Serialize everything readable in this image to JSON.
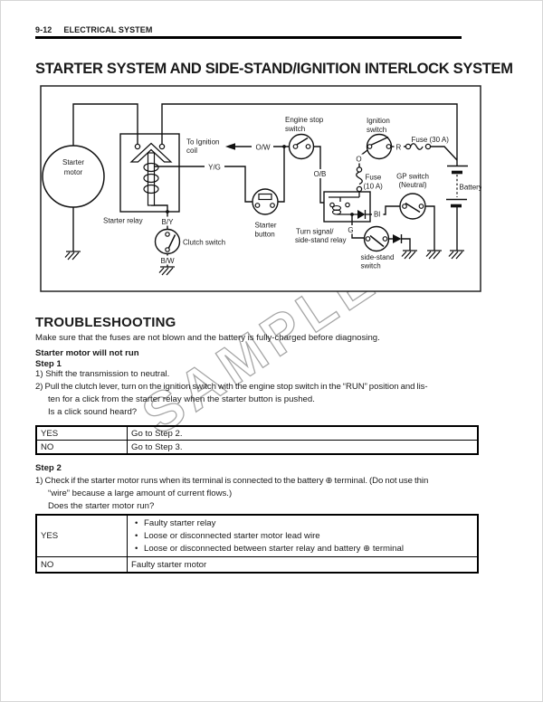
{
  "header": {
    "page_number": "9-12",
    "section": "ELECTRICAL SYSTEM"
  },
  "title": "STARTER SYSTEM AND SIDE-STAND/IGNITION INTERLOCK SYSTEM",
  "watermark": "SAMPLE",
  "colors": {
    "ink": "#1a1a1a",
    "diagram_border": "#222222",
    "watermark": "#a6a6a6",
    "rule": "#000000"
  },
  "diagram": {
    "labels": {
      "starter_motor": [
        "Starter",
        "motor"
      ],
      "starter_relay": "Starter relay",
      "to_ignition_coil": [
        "To Ignition",
        "coil"
      ],
      "ow": "O/W",
      "yg": "Y/G",
      "engine_stop_switch": [
        "Engine stop",
        "switch"
      ],
      "ob": "O/B",
      "ignition_switch": [
        "Ignition",
        "switch"
      ],
      "o": "O",
      "r": "R",
      "fuse30": "Fuse (30 A)",
      "fuse10": [
        "Fuse",
        "(10 A)"
      ],
      "gp_switch": [
        "GP switch",
        "(Neutral)"
      ],
      "battery": "Battery",
      "starter_button": [
        "Starter",
        "button"
      ],
      "turn_signal_relay": [
        "Turn signal/",
        "side-stand relay"
      ],
      "bl": "Bl",
      "g": "G",
      "side_stand_switch": [
        "side-stand",
        "switch"
      ],
      "by": "B/Y",
      "bw": "B/W",
      "clutch_switch": "Clutch switch"
    }
  },
  "troubleshooting": {
    "heading": "TROUBLESHOOTING",
    "intro": "Make sure that the fuses are not blown and the battery is fully-charged before diagnosing.",
    "symptom": "Starter motor will not run",
    "step1": {
      "title": "Step 1",
      "line1": "1) Shift the transmission to neutral.",
      "line2a": "2) Pull the clutch lever, turn on the ignition switch with the engine stop switch in the “RUN” position and lis-",
      "line2b": "ten for a click from the starter relay when the starter button is pushed.",
      "question": "Is a click sound heard?"
    },
    "table1": {
      "rows": [
        {
          "key": "YES",
          "value": "Go to Step 2."
        },
        {
          "key": "NO",
          "value": "Go to Step 3."
        }
      ]
    },
    "step2": {
      "title": "Step 2",
      "line1": "1) Check if the starter motor runs when its terminal is connected to the battery ⊕ terminal. (Do not use thin",
      "line2": "“wire” because a large amount of current flows.)",
      "question": "Does the starter motor run?"
    },
    "table2": {
      "bullet": "•",
      "yes_key": "YES",
      "yes_items": [
        "Faulty starter relay",
        "Loose or disconnected starter motor lead wire",
        "Loose or disconnected between starter relay and battery ⊕ terminal"
      ],
      "no_key": "NO",
      "no_value": "Faulty starter motor"
    }
  }
}
